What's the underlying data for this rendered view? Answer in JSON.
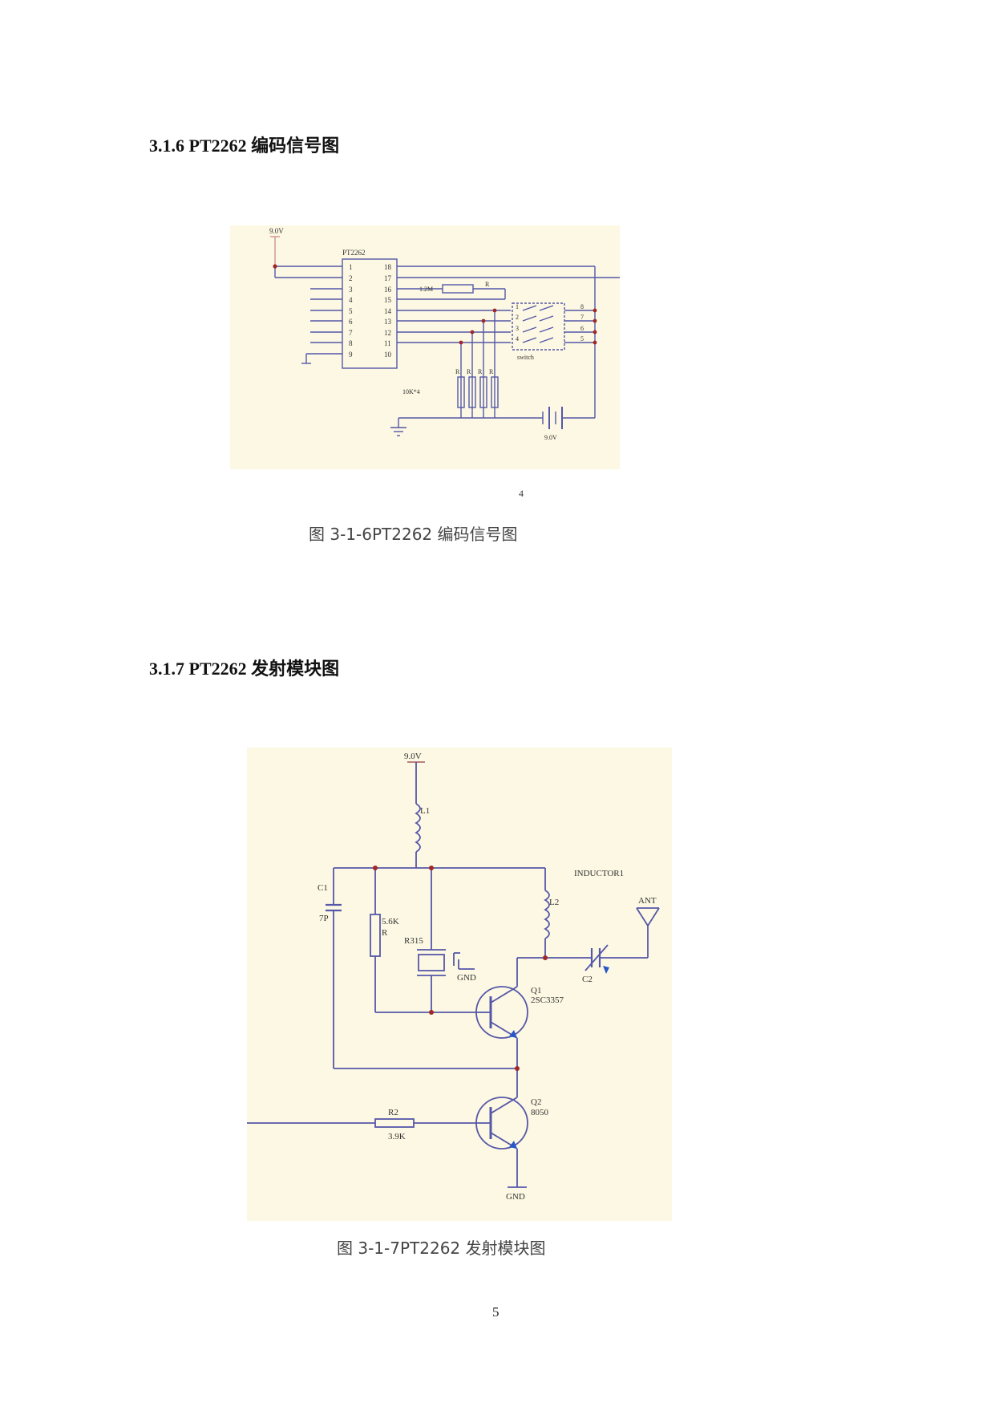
{
  "section1": {
    "heading": "3.1.6 PT2262 编码信号图",
    "caption": "图 3-1-6PT2262 编码信号图",
    "stray_mark": "4",
    "schematic": {
      "vcc_label": "9.0V",
      "chip_label": "PT2262",
      "left_pins": [
        "1",
        "2",
        "3",
        "4",
        "5",
        "6",
        "7",
        "8",
        "9"
      ],
      "right_pins": [
        "18",
        "17",
        "16",
        "15",
        "14",
        "13",
        "12",
        "11",
        "10"
      ],
      "osc_resistor": "1.2M",
      "osc_r_label": "R",
      "pulldown_labels": [
        "R",
        "R",
        "R",
        "R"
      ],
      "pulldown_value": "10K*4",
      "switch_left_pins": [
        "1",
        "2",
        "3",
        "4"
      ],
      "switch_right_pins": [
        "8",
        "7",
        "6",
        "5"
      ],
      "switch_label": "switch",
      "battery_label": "9.0V"
    }
  },
  "section2": {
    "heading": "3.1.7 PT2262 发射模块图",
    "caption": "图 3-1-7PT2262 发射模块图",
    "schematic": {
      "vcc_label": "9.0V",
      "l1": "L1",
      "inductor_label": "INDUCTOR1",
      "l2": "L2",
      "ant": "ANT",
      "c1": "C1",
      "c1_value": "7P",
      "r_value": "5.6K",
      "r_label": "R",
      "resonator": "R315",
      "gnd_top": "GND",
      "c2": "C2",
      "q1": "Q1",
      "q1_part": "2SC3357",
      "q2": "Q2",
      "q2_part": "8050",
      "r2": "R2",
      "r2_value": "3.9K",
      "gnd_bottom": "GND"
    }
  },
  "page_number": "5"
}
